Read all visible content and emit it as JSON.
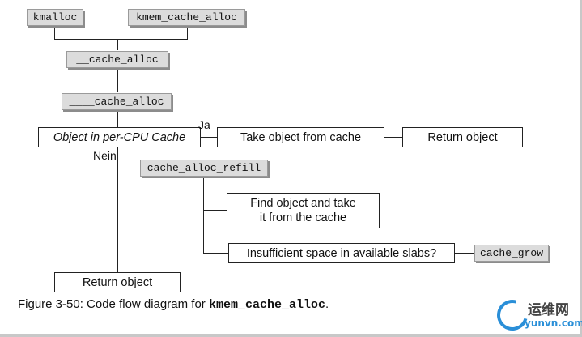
{
  "functions": {
    "kmalloc": "kmalloc",
    "kmem_cache_alloc": "kmem_cache_alloc",
    "cache_alloc_1": "__cache_alloc",
    "cache_alloc_2": "____cache_alloc",
    "cache_alloc_refill": "cache_alloc_refill",
    "cache_grow": "cache_grow"
  },
  "steps": {
    "object_per_cpu": "Object in per-CPU Cache",
    "take_object": "Take object from cache",
    "return_object_top": "Return object",
    "find_object": "Find object and take\nit from the cache",
    "insufficient_space": "Insufficient space in available slabs?",
    "return_object_bottom": "Return object"
  },
  "labels": {
    "yes": "Ja",
    "no": "Nein"
  },
  "caption": {
    "prefix": "Figure 3-50: Code flow diagram for ",
    "code": "kmem_cache_alloc",
    "suffix": "."
  },
  "watermark": {
    "cn": "运维网",
    "en": "yunvn.com"
  }
}
